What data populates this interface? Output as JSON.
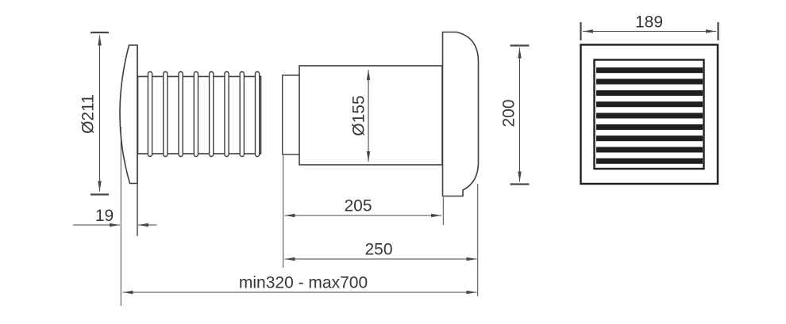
{
  "side_view": {
    "dims": {
      "inner_cover_diameter": "Ø211",
      "tube_diameter": "Ø155",
      "inner_cover_depth": "19",
      "fan_unit_length": "205",
      "wall_tube_length": "250",
      "telescopic_length_range": "min320 - max700",
      "outer_cover_height": "200"
    },
    "corrugated_ring_count": 8
  },
  "front_view": {
    "dims": {
      "grille_width": "189"
    },
    "louver_count": 9
  },
  "colors": {
    "line": "#474747",
    "outline": "#3f3f3f",
    "grille": "#1f1f1f",
    "text": "#373737",
    "background": "#ffffff"
  }
}
